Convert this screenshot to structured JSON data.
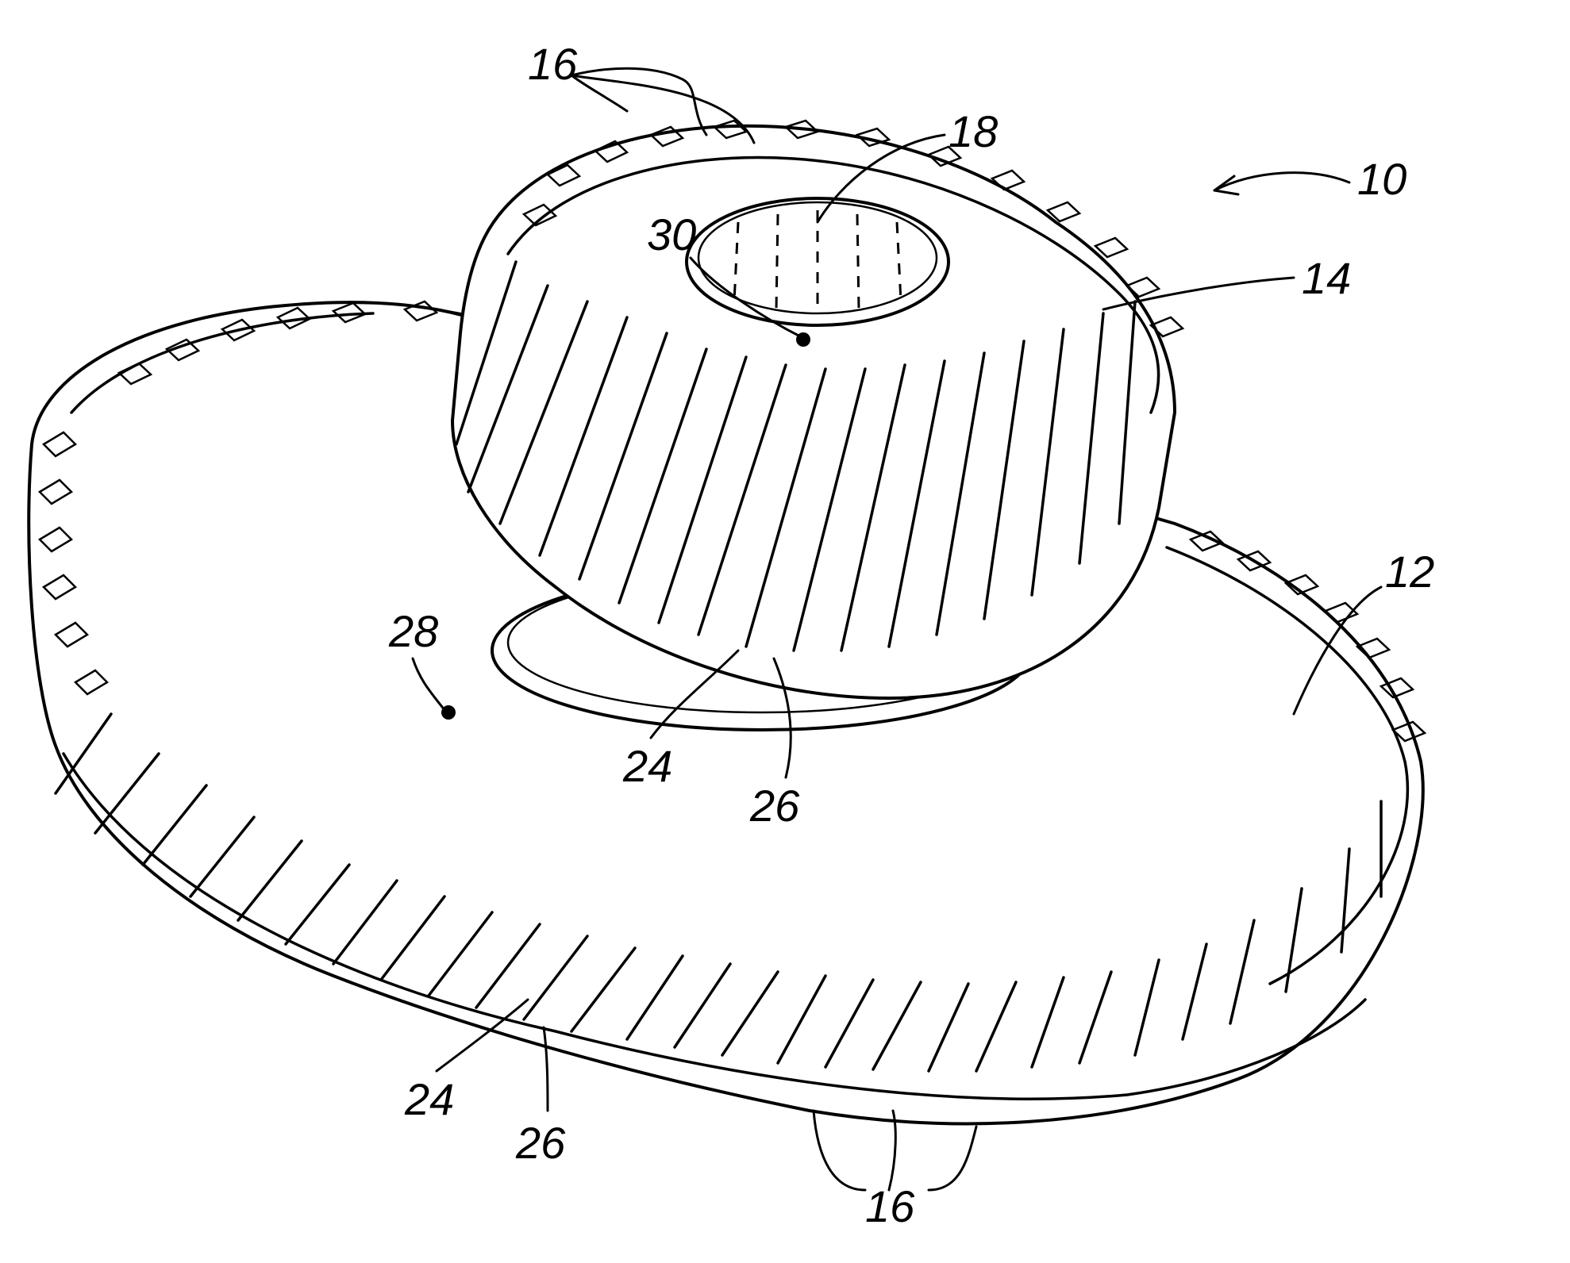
{
  "figure": {
    "labels": [
      {
        "id": "ref-16-top",
        "text": "16"
      },
      {
        "id": "ref-18",
        "text": "18"
      },
      {
        "id": "ref-10",
        "text": "10"
      },
      {
        "id": "ref-30",
        "text": "30"
      },
      {
        "id": "ref-14",
        "text": "14"
      },
      {
        "id": "ref-12",
        "text": "12"
      },
      {
        "id": "ref-28",
        "text": "28"
      },
      {
        "id": "ref-24-upper",
        "text": "24"
      },
      {
        "id": "ref-26-upper",
        "text": "26"
      },
      {
        "id": "ref-24-lower",
        "text": "24"
      },
      {
        "id": "ref-26-lower",
        "text": "26"
      },
      {
        "id": "ref-16-bottom",
        "text": "16"
      }
    ]
  }
}
